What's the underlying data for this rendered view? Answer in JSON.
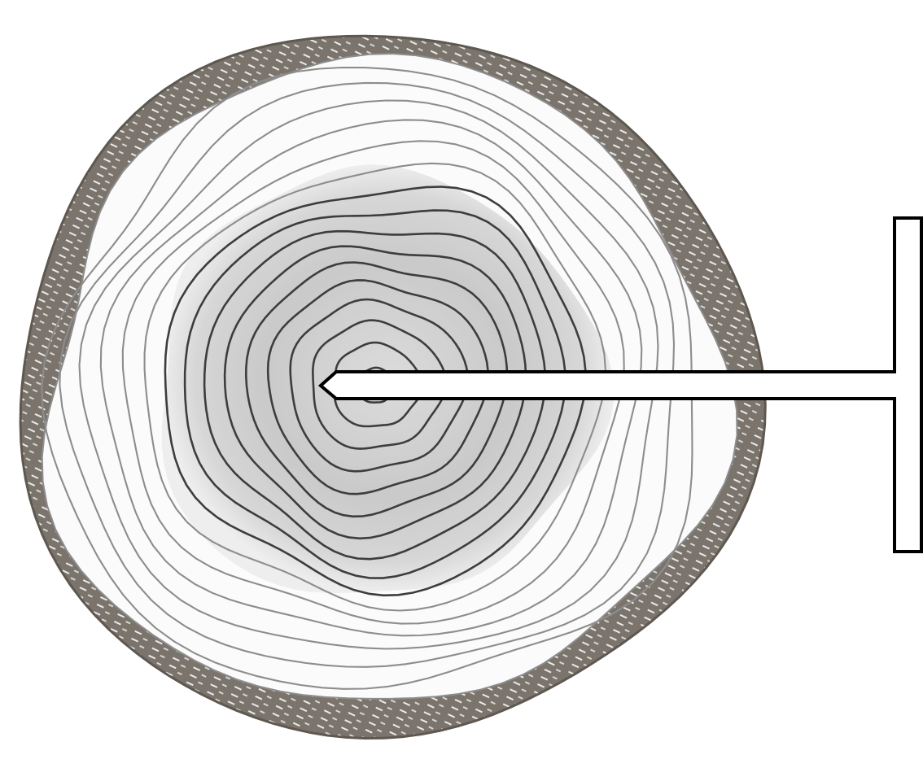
{
  "figure": {
    "subject": "tree-trunk-cross-section",
    "ring_count": 16,
    "inner_dark_ring_count": 10,
    "has_bark": true,
    "has_pith": true,
    "has_borer": true
  },
  "colors": {
    "background": "#ffffff",
    "bark": "#7a746c",
    "bark_dark": "#5e5850",
    "ring_light": "#8d8d8d",
    "ring_dark": "#3d3d3d",
    "heartwood_shade": "#c9c9c9",
    "sapwood": "#fbfbfb",
    "pith": "#2a1010",
    "borer_outline": "#000000",
    "borer_fill": "#ffffff"
  }
}
